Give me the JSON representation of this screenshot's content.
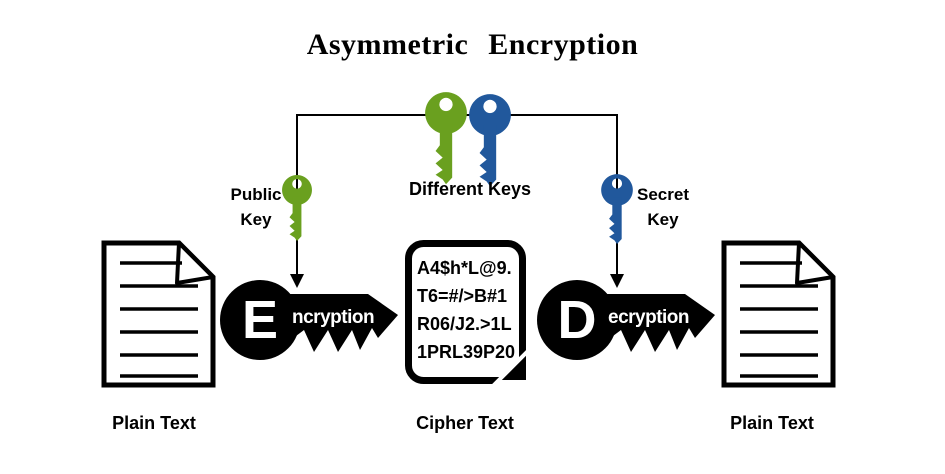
{
  "title": "Asymmetric Encryption",
  "colors": {
    "green": "#6aa01f",
    "blue": "#21589c",
    "ink": "#000000"
  },
  "top": {
    "different_keys_label": "Different Keys",
    "public_key_label": [
      "Public",
      "Key"
    ],
    "secret_key_label": [
      "Secret",
      "Key"
    ]
  },
  "process": {
    "encryption": {
      "initial": "E",
      "rest": "ncryption"
    },
    "decryption": {
      "initial": "D",
      "rest": "ecryption"
    }
  },
  "cipher": {
    "lines": [
      "A4$h*L@9.",
      "T6=#/>B#1",
      "R06/J2.>1L",
      "1PRL39P20"
    ]
  },
  "captions": {
    "left": "Plain Text",
    "center": "Cipher Text",
    "right": "Plain Text"
  },
  "icons": {
    "top_pair": [
      "key-icon-green",
      "key-icon-blue"
    ],
    "public": "key-icon-green",
    "secret": "key-icon-blue",
    "encryption": "flat-key-icon-black",
    "decryption": "flat-key-icon-black",
    "plain_text": "document-icon",
    "cipher_text": "folded-note-icon",
    "connectors": "down-arrow-icon"
  }
}
